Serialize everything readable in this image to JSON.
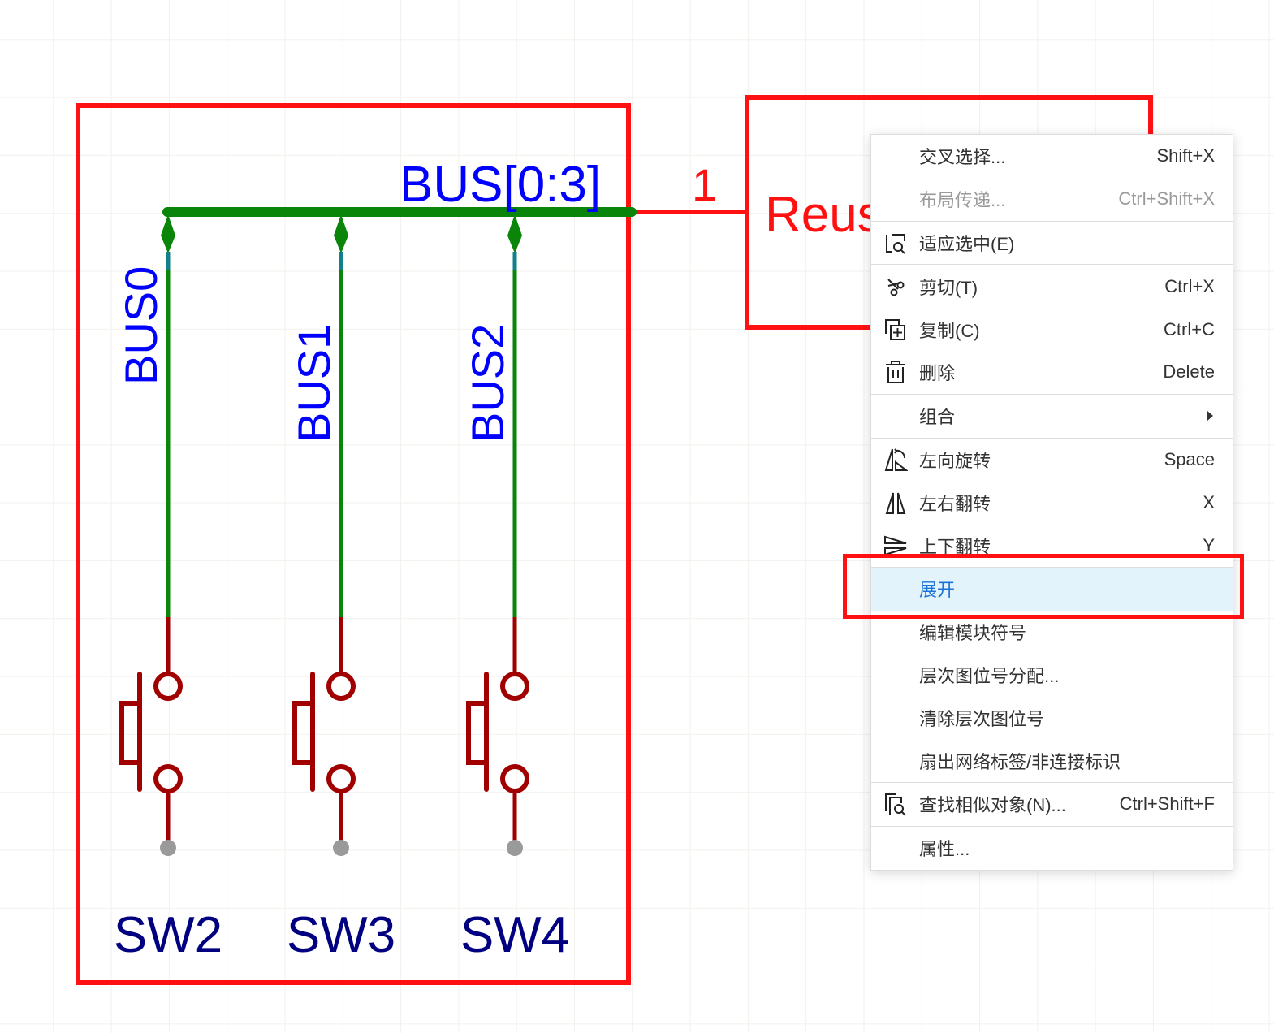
{
  "schematic": {
    "bus_label": "BUS[0:3]",
    "bus_entries": [
      {
        "net": "BUS0",
        "designator": "SW2"
      },
      {
        "net": "BUS1",
        "designator": "SW3"
      },
      {
        "net": "BUS2",
        "designator": "SW4"
      }
    ],
    "pin_number": "1",
    "reuse_block_label": "Reus",
    "colors": {
      "selection_frame": "#ff1111",
      "bus_wire": "#0a850a",
      "net_label": "#0000ff",
      "designator": "#000080",
      "component": "#a00000",
      "pin_dot": "#9a9a9a"
    }
  },
  "context_menu": {
    "items": [
      {
        "label": "交叉选择...",
        "shortcut": "Shift+X",
        "icon": null,
        "state": "normal"
      },
      {
        "label": "布局传递...",
        "shortcut": "Ctrl+Shift+X",
        "icon": null,
        "state": "disabled"
      },
      {
        "separator": true
      },
      {
        "label": "适应选中(E)",
        "shortcut": "",
        "icon": "zoom-to-selection-icon",
        "state": "normal"
      },
      {
        "separator": true
      },
      {
        "label": "剪切(T)",
        "shortcut": "Ctrl+X",
        "icon": "scissors-icon",
        "state": "normal"
      },
      {
        "label": "复制(C)",
        "shortcut": "Ctrl+C",
        "icon": "copy-icon",
        "state": "normal"
      },
      {
        "label": "删除",
        "shortcut": "Delete",
        "icon": "trash-icon",
        "state": "normal"
      },
      {
        "separator": true
      },
      {
        "label": "组合",
        "shortcut": "",
        "icon": null,
        "state": "normal",
        "submenu": true
      },
      {
        "separator": true
      },
      {
        "label": "左向旋转",
        "shortcut": "Space",
        "icon": "rotate-left-icon",
        "state": "normal"
      },
      {
        "label": "左右翻转",
        "shortcut": "X",
        "icon": "flip-horizontal-icon",
        "state": "normal"
      },
      {
        "label": "上下翻转",
        "shortcut": "Y",
        "icon": "flip-vertical-icon",
        "state": "normal"
      },
      {
        "separator": true
      },
      {
        "label": "展开",
        "shortcut": "",
        "icon": null,
        "state": "active"
      },
      {
        "label": "编辑模块符号",
        "shortcut": "",
        "icon": null,
        "state": "normal"
      },
      {
        "label": "层次图位号分配...",
        "shortcut": "",
        "icon": null,
        "state": "normal"
      },
      {
        "label": "清除层次图位号",
        "shortcut": "",
        "icon": null,
        "state": "normal"
      },
      {
        "label": "扇出网络标签/非连接标识",
        "shortcut": "",
        "icon": null,
        "state": "normal"
      },
      {
        "separator": true
      },
      {
        "label": "查找相似对象(N)...",
        "shortcut": "Ctrl+Shift+F",
        "icon": "find-similar-icon",
        "state": "normal"
      },
      {
        "separator": true
      },
      {
        "label": "属性...",
        "shortcut": "",
        "icon": null,
        "state": "normal"
      }
    ],
    "highlight_color": "#ff1111",
    "active_bg": "#e3f3fc",
    "active_text": "#1a73d9"
  }
}
